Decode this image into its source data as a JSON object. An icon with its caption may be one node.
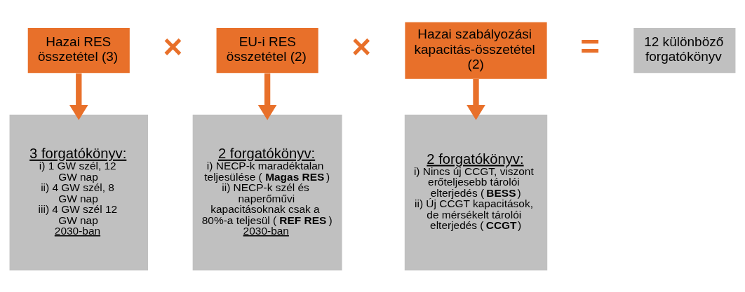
{
  "diagram": {
    "nodes": [
      {
        "text": [
          "Hazai RES összetétel (3)"
        ]
      },
      {
        "text": [
          "EU-i RES összetétel (2)"
        ]
      },
      {
        "text": [
          "Hazai szabályozási kapacitás-összetétel (2)"
        ]
      },
      {
        "text": [
          "12 különböző forgatókönyv"
        ]
      },
      {
        "text": [
          "3 forgatókönyv:",
          "i) 1 GW szél, 12 GW nap",
          "ii) 4 GW szél, 8 GW nap",
          "iii) 4 GW szél 12 GW nap",
          "2030-ban"
        ]
      },
      {
        "text": [
          "2 forgatókönyv:",
          "i) NECP-k maradéktalan teljesülése (**Magas RES**)",
          "ii) NECP-k szél és naperőművi kapacitásoknak csak a 80%-a teljesül (**REF RES**)",
          "2030-ban"
        ]
      },
      {
        "text": [
          "2 forgatókönyv:",
          "i) Nincs új CCGT, viszont erőteljesebb tárolói elterjedés (**BESS**)",
          "ii) Új CCGT kapacitások, de mérsékelt tárolói elterjedés (**CCGT**)"
        ]
      }
    ],
    "edges": [
      {
        "from": 0,
        "to": 4,
        "arrow": "to"
      },
      {
        "from": 1,
        "to": 5,
        "arrow": "to"
      },
      {
        "from": 2,
        "to": 6,
        "arrow": "to"
      }
    ],
    "labels": [
      "×",
      "×",
      "="
    ]
  }
}
